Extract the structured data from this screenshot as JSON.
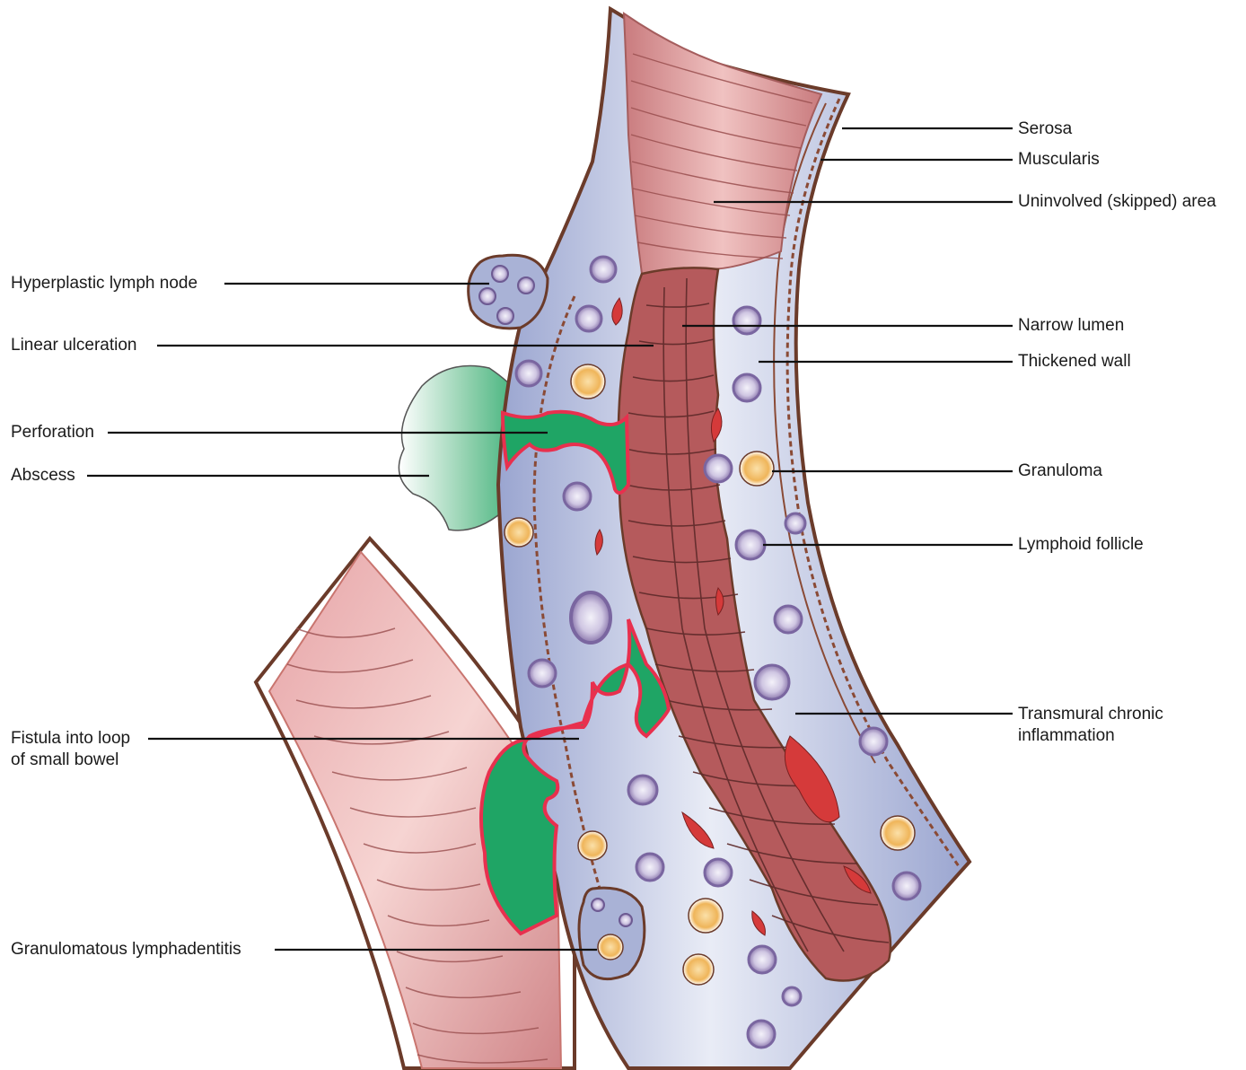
{
  "figure": {
    "labels_right": {
      "serosa": "Serosa",
      "muscularis": "Muscularis",
      "uninvolved": "Uninvolved (skipped) area",
      "narrow_lumen": "Narrow lumen",
      "thickened_wall": "Thickened wall",
      "granuloma": "Granuloma",
      "lymphoid_follicle": "Lymphoid follicle",
      "transmural_line1": "Transmural chronic",
      "transmural_line2": "inflammation"
    },
    "labels_left": {
      "hyperplastic_node": "Hyperplastic lymph node",
      "linear_ulceration": "Linear ulceration",
      "perforation": "Perforation",
      "abscess": "Abscess",
      "fistula_line1": "Fistula into loop",
      "fistula_line2": "of small bowel",
      "granulomatous": "Granulomatous lymphadentitis"
    },
    "colors": {
      "mucosa_pink": "#d98a8c",
      "mucosa_light": "#f2c6c4",
      "ulcerated_mucosa": "#b55a5c",
      "inflamed_wall": "#a9b2d6",
      "wall_light": "#e6e9f4",
      "abscess_green": "#1fa565",
      "perforation_red": "#e8304e",
      "outline_brown": "#6b3b2a",
      "granuloma_orange": "#e8a23a",
      "follicle_purple": "#8c78ad"
    }
  }
}
